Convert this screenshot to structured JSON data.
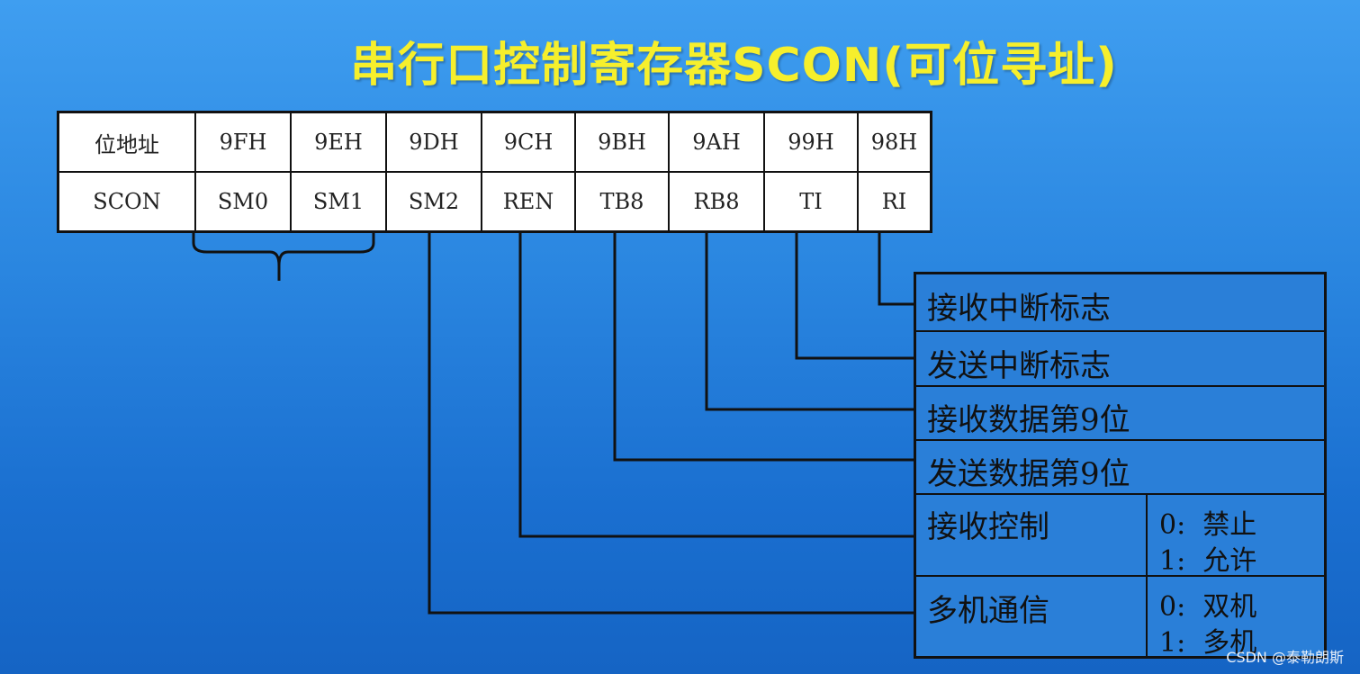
{
  "title": "串行口控制寄存器SCON(可位寻址)",
  "register": {
    "address_row": [
      "位地址",
      "9FH",
      "9EH",
      "9DH",
      "9CH",
      "9BH",
      "9AH",
      "99H",
      "98H"
    ],
    "name_row": [
      "SCON",
      "SM0",
      "SM1",
      "SM2",
      "REN",
      "TB8",
      "RB8",
      "TI",
      "RI"
    ]
  },
  "descriptions": {
    "ri": "接收中断标志",
    "ti": "发送中断标志",
    "rb8": "接收数据第9位",
    "tb8": "发送数据第9位",
    "ren": "接收控制",
    "ren_opt0": "0:  禁止",
    "ren_opt1": "1:  允许",
    "sm2": "多机通信",
    "sm2_opt0": "0:  双机",
    "sm2_opt1": "1:  多机"
  },
  "watermark": "CSDN @泰勒朗斯"
}
